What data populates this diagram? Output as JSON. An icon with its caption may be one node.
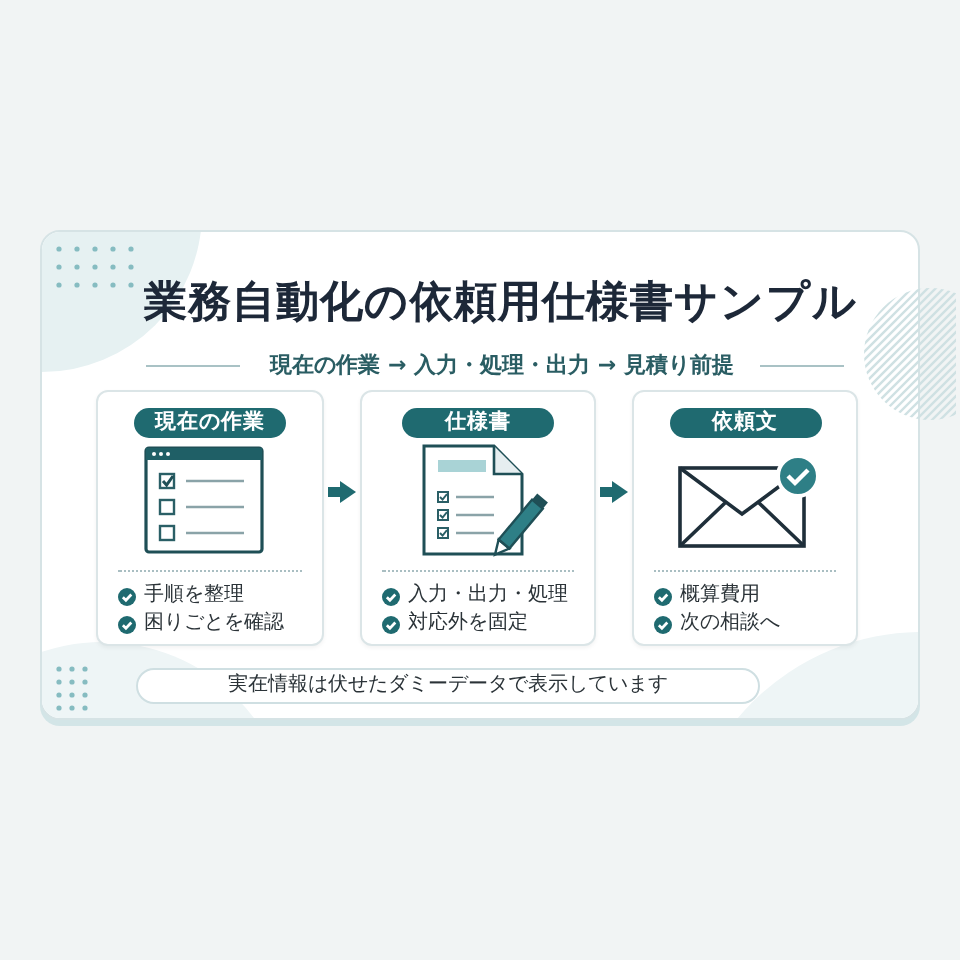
{
  "diagram": {
    "title": "業務自動化の依頼用仕様書サンプル",
    "nodes": [
      {
        "text": [
          "現在の作業",
          "手順を整理",
          "困りごとを確認"
        ]
      },
      {
        "text": [
          "仕様書",
          "入力・出力・処理",
          "対応外を固定"
        ]
      },
      {
        "text": [
          "依頼文",
          "概算費用",
          "次の相談へ"
        ]
      },
      {
        "text": [
          "実在情報は伏せたダミーデータで表示しています"
        ]
      }
    ],
    "edges": [
      {
        "from": 0,
        "to": 1,
        "arrow": "to"
      },
      {
        "from": 1,
        "to": 2,
        "arrow": "to"
      }
    ],
    "labels": [
      "現在の作業 → 入力・処理・出力 → 見積り前提"
    ]
  }
}
